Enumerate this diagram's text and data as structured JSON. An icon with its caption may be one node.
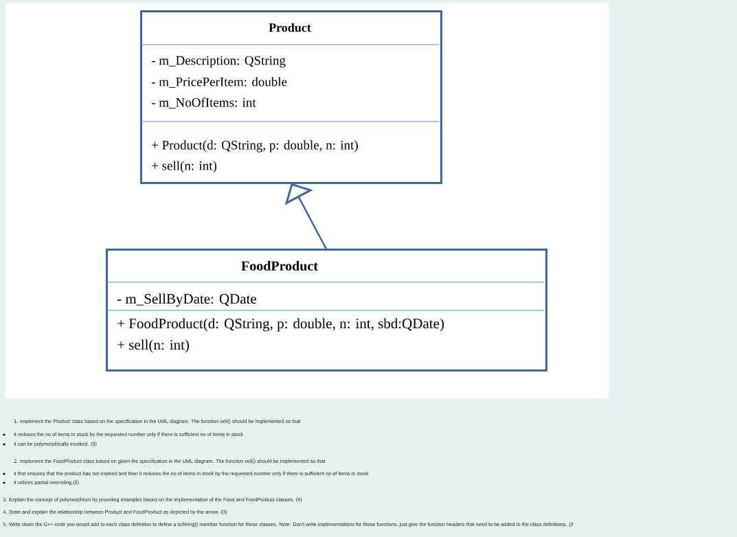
{
  "diagram": {
    "nodes": [
      {
        "text": [
          "Product",
          "- m_Description: QString",
          "- m_PricePerItem: double",
          "- m_NoOfItems: int",
          "+ Product(d: QString, p: double, n: int)",
          "+ sell(n: int)"
        ]
      },
      {
        "text": [
          "FoodProduct",
          "- m_SellByDate: QDate",
          "+ FoodProduct(d: QString, p: double, n: int, sbd:QDate)",
          "+ sell(n: int)"
        ]
      }
    ],
    "edges": [
      {
        "from": 1,
        "to": 0,
        "arrow": "to"
      }
    ],
    "labels": [
      "1.    Implement the Product class based on the specification in the UML diagram. The function sell() should be implemented so that",
      "it reduces the no of items in stock by the requested number only if there is sufficient no of items in stock",
      "it can be polymorphically invoked. (8)",
      "2.   Implement the FoodProduct class based on given the specification in the UML diagram. The function sell() should be implemented so that",
      "it first ensures that the product has not expired and then it reduces the no of items in stock by the requested number only if there is sufficient no of items in stock",
      "it utilizes partial overriding.(8)",
      "3.  Explain the concept of polymorphism by providing examples based on the implementation of the Food and FoodProduct classes. (4)",
      "4. State and explain the relationship between Product and FoodProduct as depicted by the arrow. (3)",
      "5. Write down the C++ code you would add to each class definition to define a toString() member function for these classes. Note: Don't write implementations for these functions, just give the function headers that need to be added to the class definitions.   (3"
    ]
  }
}
